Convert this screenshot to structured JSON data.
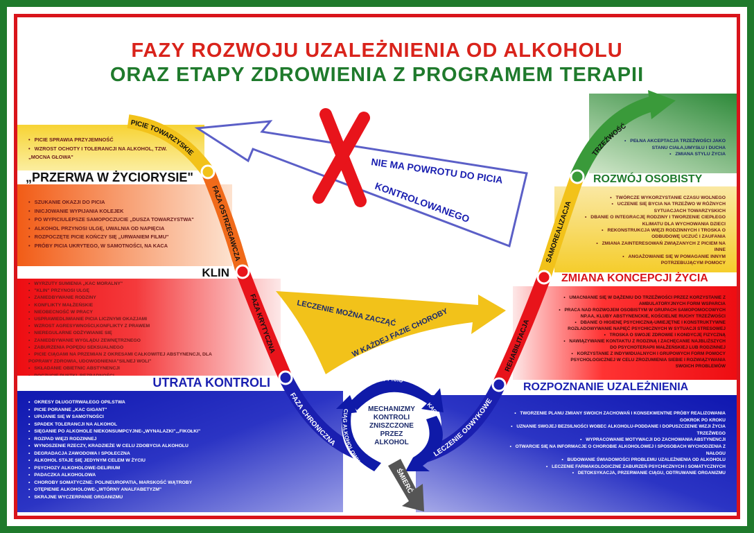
{
  "title": {
    "line1": "FAZY ROZWOJU UZALEŻNIENIA OD ALKOHOLU",
    "line2": "ORAZ ETAPY ZDROWIENIA  Z PROGRAMEM TERAPII"
  },
  "left": {
    "p1": [
      "PICIE SPRAWIA PRZYJEMNOŚĆ",
      "WZROST OCHOTY I TOLERANCJI NA ALKOHOL, TZW. „MOCNA GŁOWA\""
    ],
    "h1": "„PRZERWA W ŻYCIORYSIE\"",
    "p2": [
      "SZUKANIE OKAZJI DO PICIA",
      "INICJOWANIE WYPIJANIA KOLEJEK",
      "PO WYPICIULEPSZE SAMOPOCZUCIE „DUSZA TOWARZYSTWA\"",
      "ALKOHOL PRZYNOSI ULGĘ, UWALNIA OD NAPIĘCIA",
      "ROZPOCZĘTE PICIE KOŃCZY SIĘ „URWANIEM FILMU\"",
      "PRÓBY PICIA UKRYTEGO, W SAMOTNOŚCI, NA KACA"
    ],
    "h2": "KLIN",
    "p3": [
      "WYRZUTY SUMIENIA „KAC MORALNY\"",
      "\"KLIN\" PRZYNOSI ULGĘ",
      "ZANIEDBYWANIE RODZINY",
      "KONFLIKTY MAŁŻEŃSKIE",
      "NIEOBECNOŚĆ W PRACY",
      "USPRAWIEDLIWIANIE PICIA LICZNYMI OKAZJAMI",
      "WZROST AGRESYWNOŚCI,KONFLIKTY Z PRAWEM",
      "NIEREGULARNE ODŻYWIANIE SIĘ",
      "ZANIEDBYWANIE WYGLĄDU ZEWNĘTRZNEGO",
      "ZABURZENIA POPĘDU SEKSUALNEGO",
      "PICIE CIĄGAMI NA PRZEMIAN Z OKRESAMI CAŁKOWITEJ ABSTYNENCJI, DLA POPRAWY ZDROWIA, UDOWODNIENIA\"SILNEJ WOLI\"",
      "SKŁADANIE OBIETNIC ABSTYNENCJI",
      "POCZUCIE PUSTKI, BEZRADNOŚCI"
    ],
    "h3": "UTRATA KONTROLI",
    "p4": [
      "OKRESY DŁUGOTRWAŁEGO OPILSTWA",
      "PICIE PORANNE „KAC GIGANT\"",
      "UPIJANIE SIĘ W SAMOTNOŚCI",
      "SPADEK TOLERANCJI NA ALKOHOL",
      "SIĘGANIE PO ALKOHOLE NIEKONSUMPCYJNE-„WYNALAZKI\",„FIKOŁKI\"",
      "ROZPAD WIĘZI RODZINNEJ",
      "WYNOSZENIE RZECZY, KRADZIEŻE W CELU ZDOBYCIA ALKOHOLU",
      "DEGRADACJA ZAWODOWA I SPOŁECZNA",
      "ALKOHOL STAJE SIĘ JEDYNYM CELEM W ŻYCIU",
      "PSYCHOZY ALKOHOLOWE-DELIRIUM",
      "PADACZKA ALKOHOLOWA",
      "CHOROBY SOMATYCZNE: POLINEUROPATIA, MARSKOŚĆ WĄTROBY",
      "OTĘPIENIE ALKOHOLOWE-„WTÓRNY ANALFABETYZM\"",
      "SKRAJNE WYCZERPANIE ORGANIZMU"
    ]
  },
  "right": {
    "p1": [
      "PEŁNA AKCEPTACJA TRZEŹWOŚCI JAKO STANU CIAŁA,UMYSŁU I DUCHA",
      "ZMIANA STYLU ŻYCIA"
    ],
    "h1": "ROZWÓJ OSOBISTY",
    "p2": [
      "TWÓRCZE WYKORZYSTANIE CZASU WOLNEGO",
      "UCZENIE SIĘ BYCIA NA TRZEŹWO W RÓŻNYCH SYTUACJACH TOWARZYSKICH",
      "DBANIE O INTEGRACJĘ RODZINY I TWORZENIE CIEPŁEGO KLIMATU DLA WYCHOWANIA DZIECI",
      "REKONSTRUKCJA WIĘZI RODZINNYCH I TROSKA O ODBUDOWĘ UCZUĆ I ZAUFANIA",
      "ZMIANA ZAINTERESOWAŃ ZWIĄZANYCH Z PICIEM NA INNE",
      "ANGAŻOWANIE SIĘ W POMAGANIE INNYM POTRZEBUJĄCYM POMOCY"
    ],
    "h2": "ZMIANA KONCEPCJI ŻYCIA",
    "p3": [
      "UMACNIANIE SIĘ W DĄŻENIU DO TRZEŹWOŚCI PRZEZ KORZYSTANIE Z AMBULATORYJNYCH FORM WSPARCIA",
      "PRACA NAD ROZWOJEM OSOBISTYM W GRUPACH SAMOPOMOCOWYCH NP.AA, KLUBY ABSTYNENCKIE, KOŚCIELNE RUCHY TRZEŹWOŚCI",
      "DBANIE O HIGIENĘ PSYCHICZNĄ-UMIEJĘTNE I KONSTRUKTYWNE ROZŁADOWYWANIE NAPIĘĆ PSYCHICZNYCH W SYTUACJI STRESOWEJ",
      "TROSKA O SWOJE ZDROWIE I KONDYCJĘ FIZYCZNĄ",
      "NAWIĄZYWANIE KONTAKTU Z RODZINĄ I ZACHĘCANIE NAJBLIŻSZYCH DO PSYCHOTERAPII MAŁŻEŃSKIEJ LUB RODZINNEJ",
      "KORZYSTANIE Z INDYWIDUALNYCH I GRUPOWYCH FORM POMOCY PSYCHOLOGICZNEJ W CELU ZROZUMIENIA SIEBIE I ROZWIĄZYWANIA SWOICH PROBLEMÓW"
    ],
    "h3": "ROZPOZNANIE UZALEŻNIENIA",
    "p4": [
      "TWORZENIE PLANU ZMIANY SWOICH ZACHOWAŃ I KONSEKWENTNE PRÓBY REALIZOWANIA GOKROK PO KROKU",
      "UZNANIE SWOJEJ BEZSILNOŚCI WOBEC ALKOHOLU-PODDANIE I DOPUSZCZENIE WIZJI ŻYCIA TRZEŹWEGO",
      "WYPRACOWANIE MOTYWACJI DO ZACHOWANIA ABSTYNENCJI",
      "OTWARCIE SIĘ NA INFORMACJE O CHOROBIE ALKOHOLOWEJ I SPOSOBACH WYCHODZENIA Z NAŁOGU",
      "BUDOWANIE ŚWIADOMOŚCI PROBLEMU UZALEŻNIENIA OD ALKOHOLU",
      "LECZENIE FARMAKOLOGICZNE ZABURZEŃ PSYCHICZNYCH I SOMATYCZNYCH",
      "DETOKSYKACJA, PRZERWANIE CIĄGU, ODTRUWANIE ORGANIZMU"
    ]
  },
  "curve": {
    "picie": "PICIE TOWARZYSKIE",
    "ostrzegawcza": "FAZA OSTRZEGAWCZA",
    "krytyczna": "FAZA KRYTYCZNA",
    "chroniczna": "FAZA CHRONICZNA",
    "odwykowe": "LECZENIE ODWYKOWE",
    "rehab": "REHABILITACJA",
    "samo": "SAMOREALIZACJA",
    "trzezwosc": "TRZEŹWOŚĆ"
  },
  "center": {
    "no_return1": "NIE MA POWROTU DO PICIA",
    "no_return2": "KONTROLOWANEGO",
    "treat1": "LECZENIE MOŻNA ZACZĄĆ",
    "treat2": "W KAŻDEJ FAZIE CHOROBY"
  },
  "cycle": {
    "center": [
      "MECHANIZMY",
      "KONTROLI",
      "ZNISZCZONE",
      "PRZEZ",
      "ALKOHOL"
    ],
    "top": "PRZERWA W PICIU",
    "right": "KAC",
    "left": "CIĄG ALKOHOLOWY",
    "death": "ŚMIERĆ"
  },
  "colors": {
    "green": "#1f7a2c",
    "red": "#d9141b",
    "blue": "#1a1fb0",
    "yellow": "#f2c21a",
    "orange": "#f06a1a"
  }
}
